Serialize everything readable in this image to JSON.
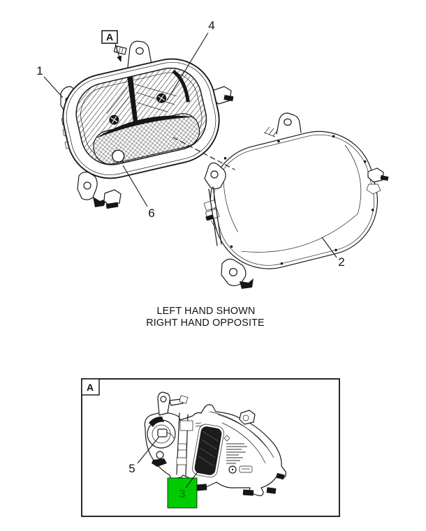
{
  "diagram": {
    "note": {
      "line1": "LEFT HAND SHOWN",
      "line2": "RIGHT HAND OPPOSITE"
    },
    "callouts": {
      "part1": "1",
      "part2": "2",
      "part3": "3",
      "part4": "4",
      "part5": "5",
      "part6": "6"
    },
    "detail_marker": "A",
    "detail_view_label": "A",
    "colors": {
      "highlight": "#00cc00",
      "highlight_text": "#0e660e",
      "ink": "#1a1a1a"
    }
  }
}
